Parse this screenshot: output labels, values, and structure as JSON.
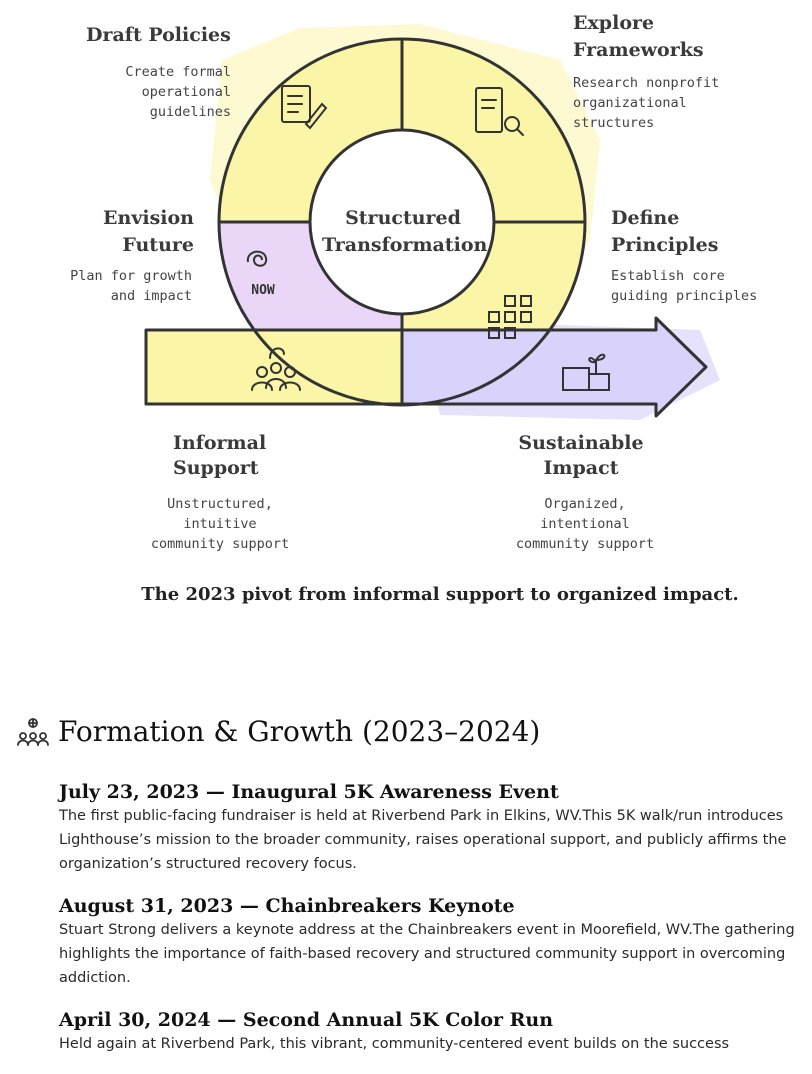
{
  "diagram": {
    "center": {
      "line1": "Structured",
      "line2": "Transformation"
    },
    "now_badge": "NOW",
    "nodes": {
      "draft": {
        "title": "Draft Policies",
        "desc": [
          "Create formal",
          "operational",
          "guidelines"
        ]
      },
      "explore": {
        "title": [
          "Explore",
          "Frameworks"
        ],
        "desc": [
          "Research nonprofit",
          "organizational",
          "structures"
        ]
      },
      "envision": {
        "title": [
          "Envision",
          "Future"
        ],
        "desc": [
          "Plan for growth",
          "and impact"
        ]
      },
      "define": {
        "title": [
          "Define",
          "Principles"
        ],
        "desc": [
          "Establish core",
          "guiding principles"
        ]
      },
      "informal": {
        "title": [
          "Informal",
          "Support"
        ],
        "desc": [
          "Unstructured,",
          "intuitive",
          "community support"
        ]
      },
      "sustainable": {
        "title": [
          "Sustainable",
          "Impact"
        ],
        "desc": [
          "Organized,",
          "intentional",
          "community support"
        ]
      }
    },
    "caption": "The 2023 pivot from informal support to organized impact."
  },
  "section": {
    "title": "Formation & Growth (2023–2024)",
    "icon": "community-icon",
    "events": [
      {
        "heading": "July 23, 2023 — Inaugural 5K Awareness Event",
        "body": "The first public-facing fundraiser is held at Riverbend Park in Elkins, WV.This 5K walk/run introduces Lighthouse’s mission to the broader community, raises operational support, and publicly affirms the organization’s structured recovery focus."
      },
      {
        "heading": "August 31, 2023 — Chainbreakers Keynote",
        "body": "Stuart Strong delivers a keynote address at the Chainbreakers event in Moorefield, WV.The gathering highlights the importance of faith-based recovery and structured community support in overcoming addiction."
      },
      {
        "heading": "April 30, 2024 — Second Annual 5K Color Run",
        "body": "Held again at Riverbend Park, this vibrant, community-centered event builds on the success"
      }
    ]
  },
  "colors": {
    "yellow": "#fbf5a8",
    "purple": "#e9d4f7",
    "lavender": "#d8d2fa",
    "stroke": "#333333"
  }
}
